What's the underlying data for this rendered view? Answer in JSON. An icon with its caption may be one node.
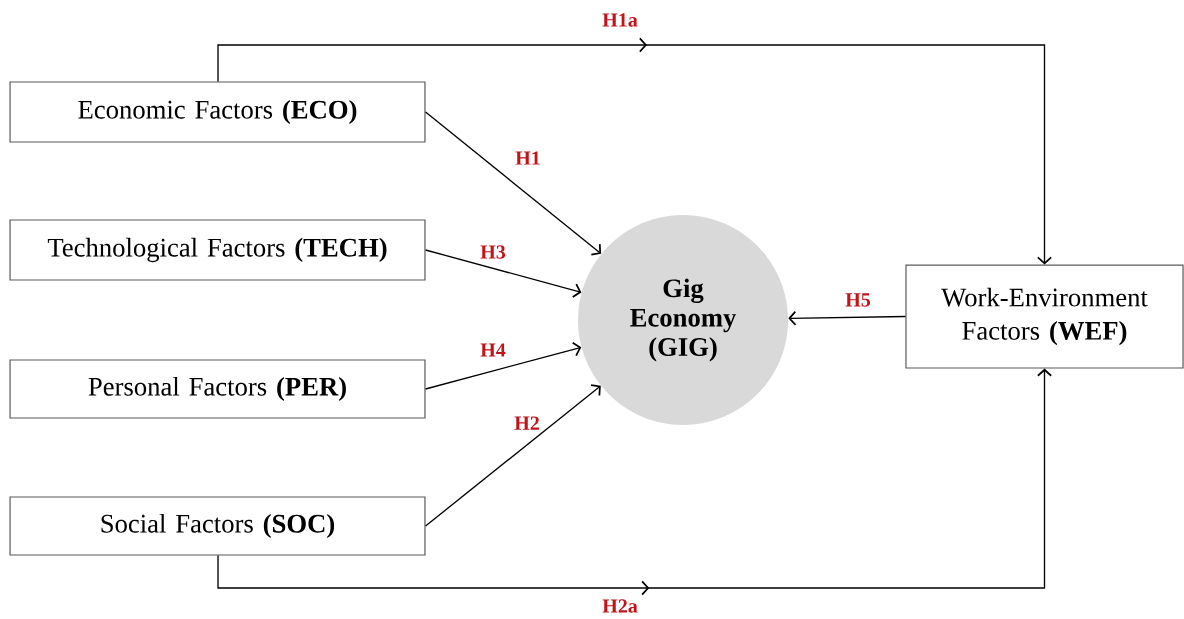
{
  "diagram": {
    "nodes": [
      {
        "text": [
          "Economic Factors **(ECO)**"
        ]
      },
      {
        "text": [
          "Technological Factors **(TECH)**"
        ]
      },
      {
        "text": [
          "Personal Factors **(PER)**"
        ]
      },
      {
        "text": [
          "Social Factors **(SOC)**"
        ]
      },
      {
        "text": [
          "Gig Economy (GIG)"
        ]
      },
      {
        "text": [
          "Work-Environment Factors **(WEF)**"
        ]
      }
    ],
    "edges": [
      {
        "from": 0,
        "to": 5,
        "arrow": "to",
        "label": "H1a"
      },
      {
        "from": 0,
        "to": 4,
        "arrow": "to",
        "label": "H1"
      },
      {
        "from": 1,
        "to": 4,
        "arrow": "to",
        "label": "H3"
      },
      {
        "from": 2,
        "to": 4,
        "arrow": "to",
        "label": "H4"
      },
      {
        "from": 3,
        "to": 4,
        "arrow": "to",
        "label": "H2"
      },
      {
        "from": 5,
        "to": 4,
        "arrow": "to",
        "label": "H5"
      },
      {
        "from": 3,
        "to": 5,
        "arrow": "to",
        "label": "H2a"
      }
    ]
  }
}
